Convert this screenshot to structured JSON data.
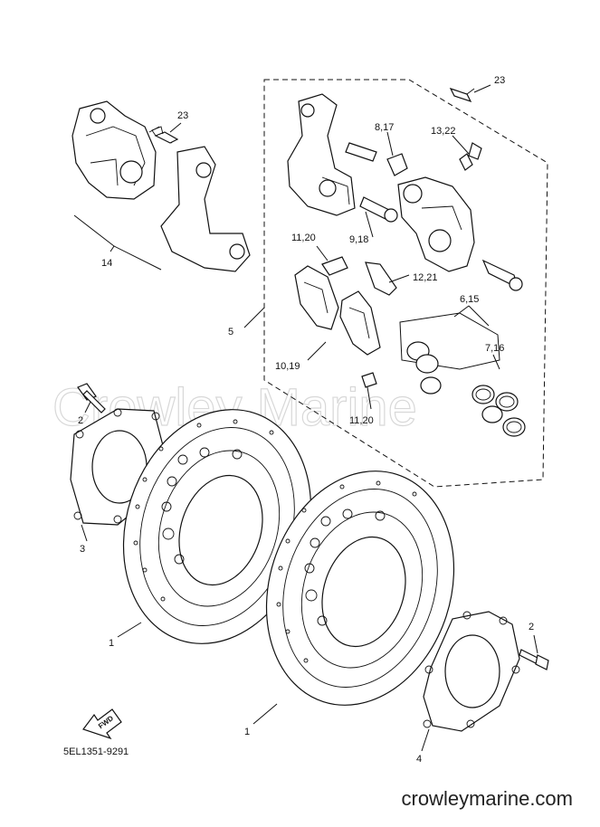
{
  "watermark": "Crowley Marine",
  "site": "crowleymarine.com",
  "diagram_code": "5EL1351-9291",
  "fwd_label": "FWD",
  "labels": {
    "l23a": "23",
    "l23b": "23",
    "l817": "8,17",
    "l1322": "13,22",
    "l14": "14",
    "l1120a": "11,20",
    "l918": "9,18",
    "l1221": "12,21",
    "l615": "6,15",
    "l5": "5",
    "l716": "7,16",
    "l1019": "10,19",
    "l1120b": "11,20",
    "l2a": "2",
    "l3": "3",
    "l1a": "1",
    "l2b": "2",
    "l1b": "1",
    "l4": "4"
  }
}
